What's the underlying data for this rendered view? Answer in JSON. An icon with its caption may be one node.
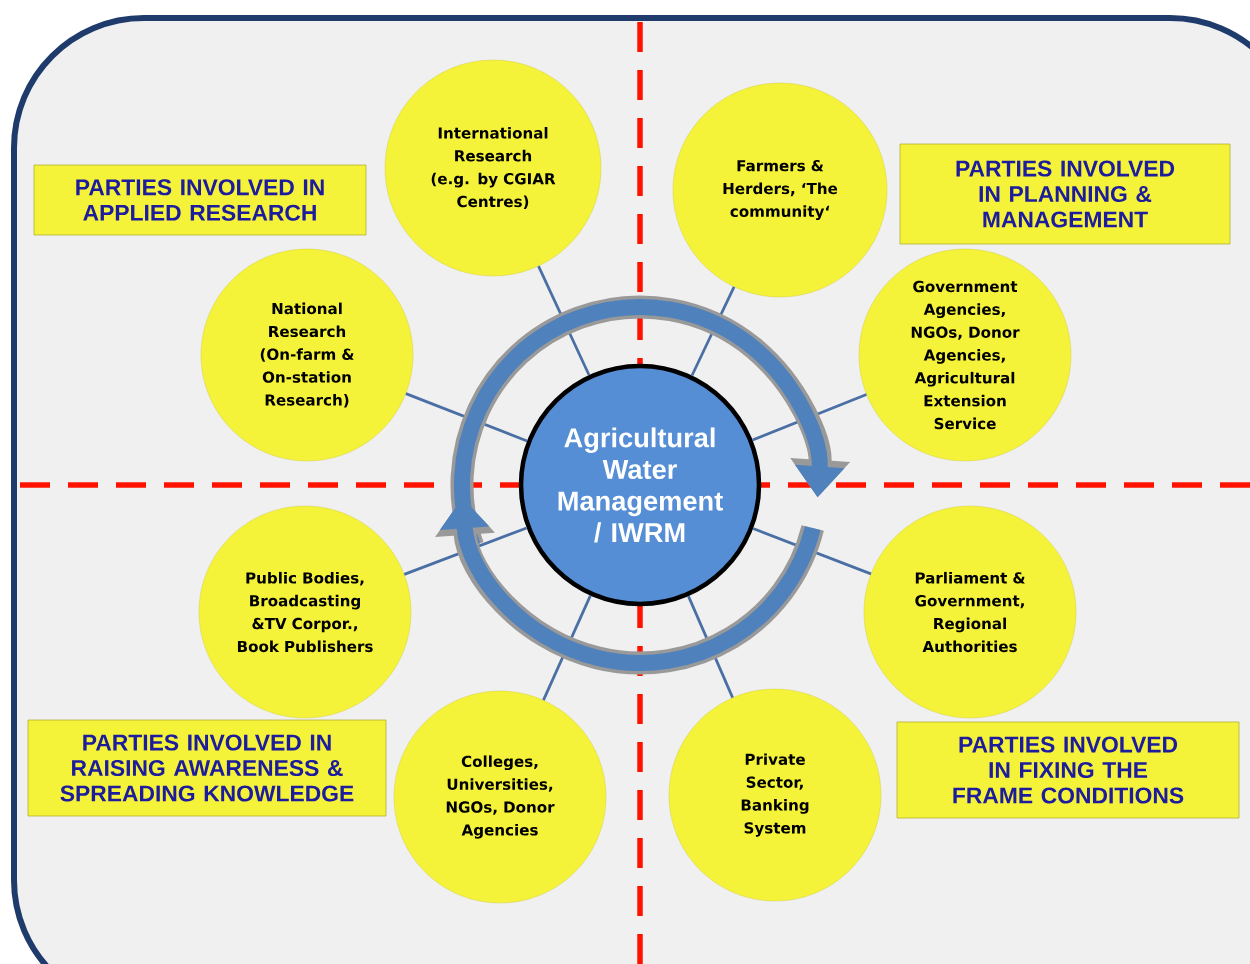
{
  "diagram": {
    "nodes": [
      {
        "text": [
          "Agricultural Water Management / IWRM"
        ]
      },
      {
        "text": [
          "International Research (e.g. by CGIAR Centres)"
        ]
      },
      {
        "text": [
          "Farmers & Herders, ‘The community‘"
        ]
      },
      {
        "text": [
          "Government Agencies, NGOs, Donor Agencies, Agricultural Extension Service"
        ]
      },
      {
        "text": [
          "Parliament & Government, Regional Authorities"
        ]
      },
      {
        "text": [
          "Private Sector, Banking System"
        ]
      },
      {
        "text": [
          "Colleges, Universities, NGOs, Donor Agencies"
        ]
      },
      {
        "text": [
          "Public Bodies, Broadcasting &TV Corpor., Book Publishers"
        ]
      },
      {
        "text": [
          "National Research (On-farm & On-station Research)"
        ]
      },
      {
        "text": [
          "PARTIES  INVOLVED IN APPLIED RESEARCH"
        ]
      },
      {
        "text": [
          "PARTIES INVOLVED IN PLANNING & MANAGEMENT"
        ]
      },
      {
        "text": [
          "PARTIES INVOLVED IN RAISING AWARENESS & SPREADING KNOWLEDGE"
        ]
      },
      {
        "text": [
          "PARTIES INVOLVED IN FIXING THE FRAME CONDITIONS"
        ]
      }
    ],
    "edges": [
      {
        "from": 0,
        "to": 1,
        "arrow": "none"
      },
      {
        "from": 0,
        "to": 2,
        "arrow": "none"
      },
      {
        "from": 0,
        "to": 3,
        "arrow": "none"
      },
      {
        "from": 0,
        "to": 4,
        "arrow": "none"
      },
      {
        "from": 0,
        "to": 5,
        "arrow": "none"
      },
      {
        "from": 0,
        "to": 6,
        "arrow": "none"
      },
      {
        "from": 0,
        "to": 7,
        "arrow": "none"
      },
      {
        "from": 0,
        "to": 8,
        "arrow": "none"
      }
    ]
  }
}
